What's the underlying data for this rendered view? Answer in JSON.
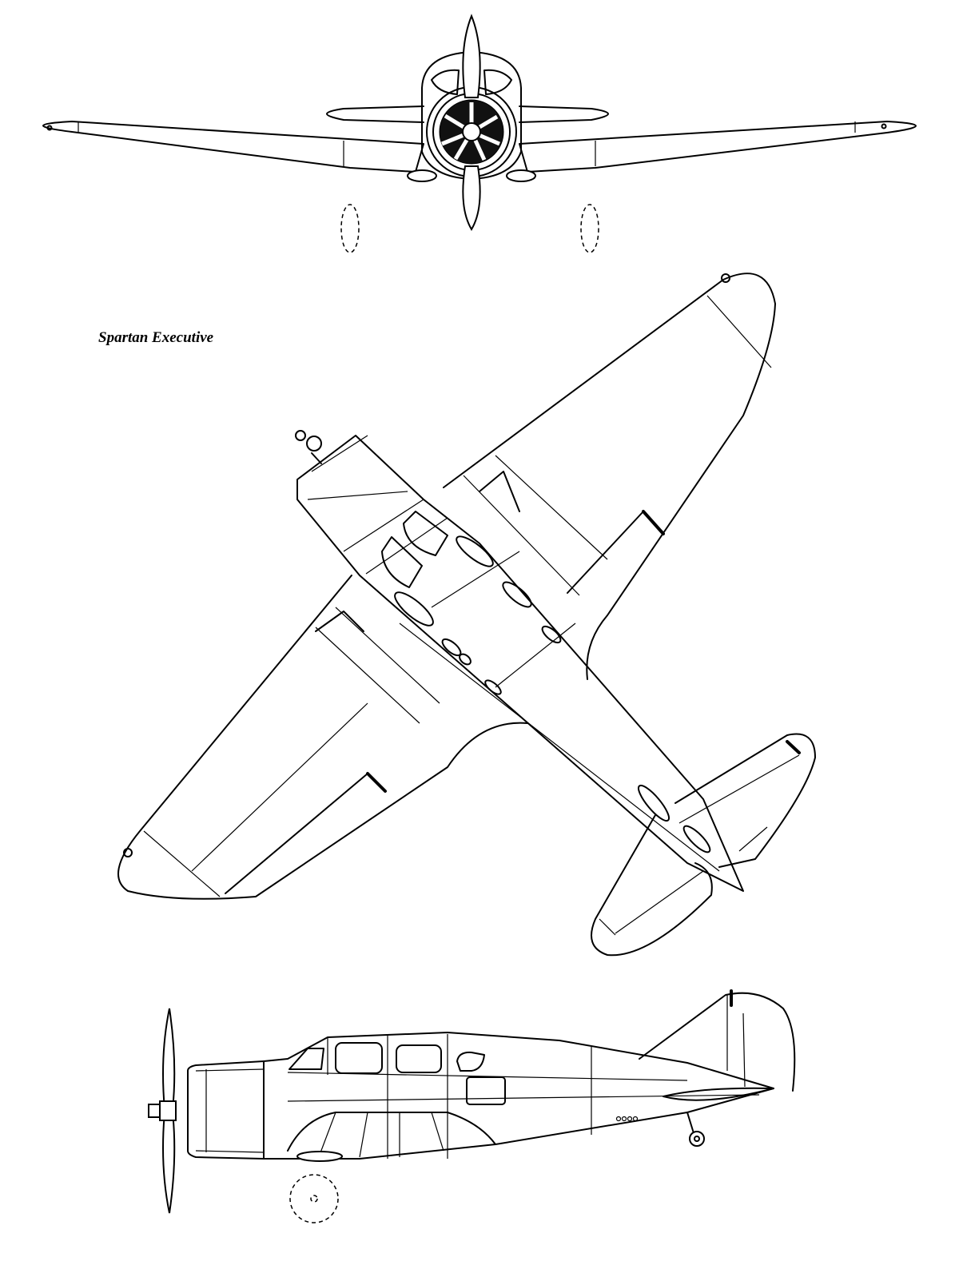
{
  "drawing": {
    "title": "Spartan Executive",
    "views": [
      "front-view",
      "top-view",
      "side-view"
    ]
  }
}
